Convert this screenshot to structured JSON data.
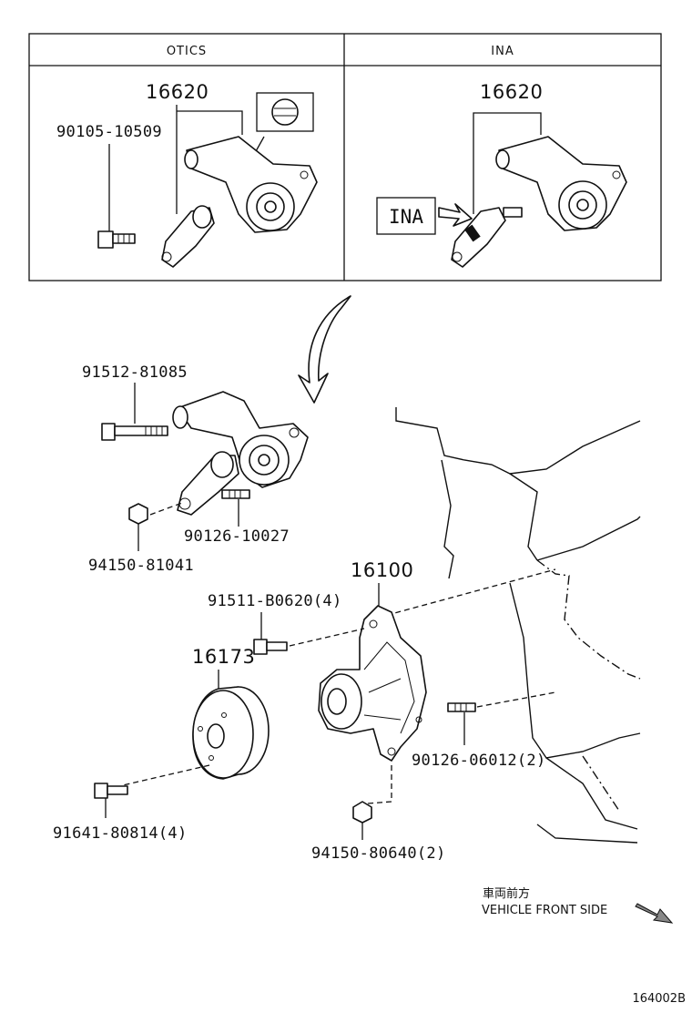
{
  "table": {
    "headers": [
      "OTICS",
      "INA"
    ]
  },
  "otics": {
    "assembly_part": "16620",
    "bolt_part": "90105-10509"
  },
  "ina": {
    "assembly_part": "16620",
    "label": "INA"
  },
  "parts": {
    "tensioner_bolt": "91512-81085",
    "stud_tensioner": "90126-10027",
    "nut_tensioner": "94150-81041",
    "water_pump": "16100",
    "pump_bolt": "91511-B0620(4)",
    "pulley": "16173",
    "stud_pump": "90126-06012(2)",
    "pulley_bolt": "91641-80814(4)",
    "nut_pump": "94150-80640(2)"
  },
  "direction": {
    "japanese": "車両前方",
    "english": "VEHICLE FRONT SIDE"
  },
  "figure_id": "164002B"
}
